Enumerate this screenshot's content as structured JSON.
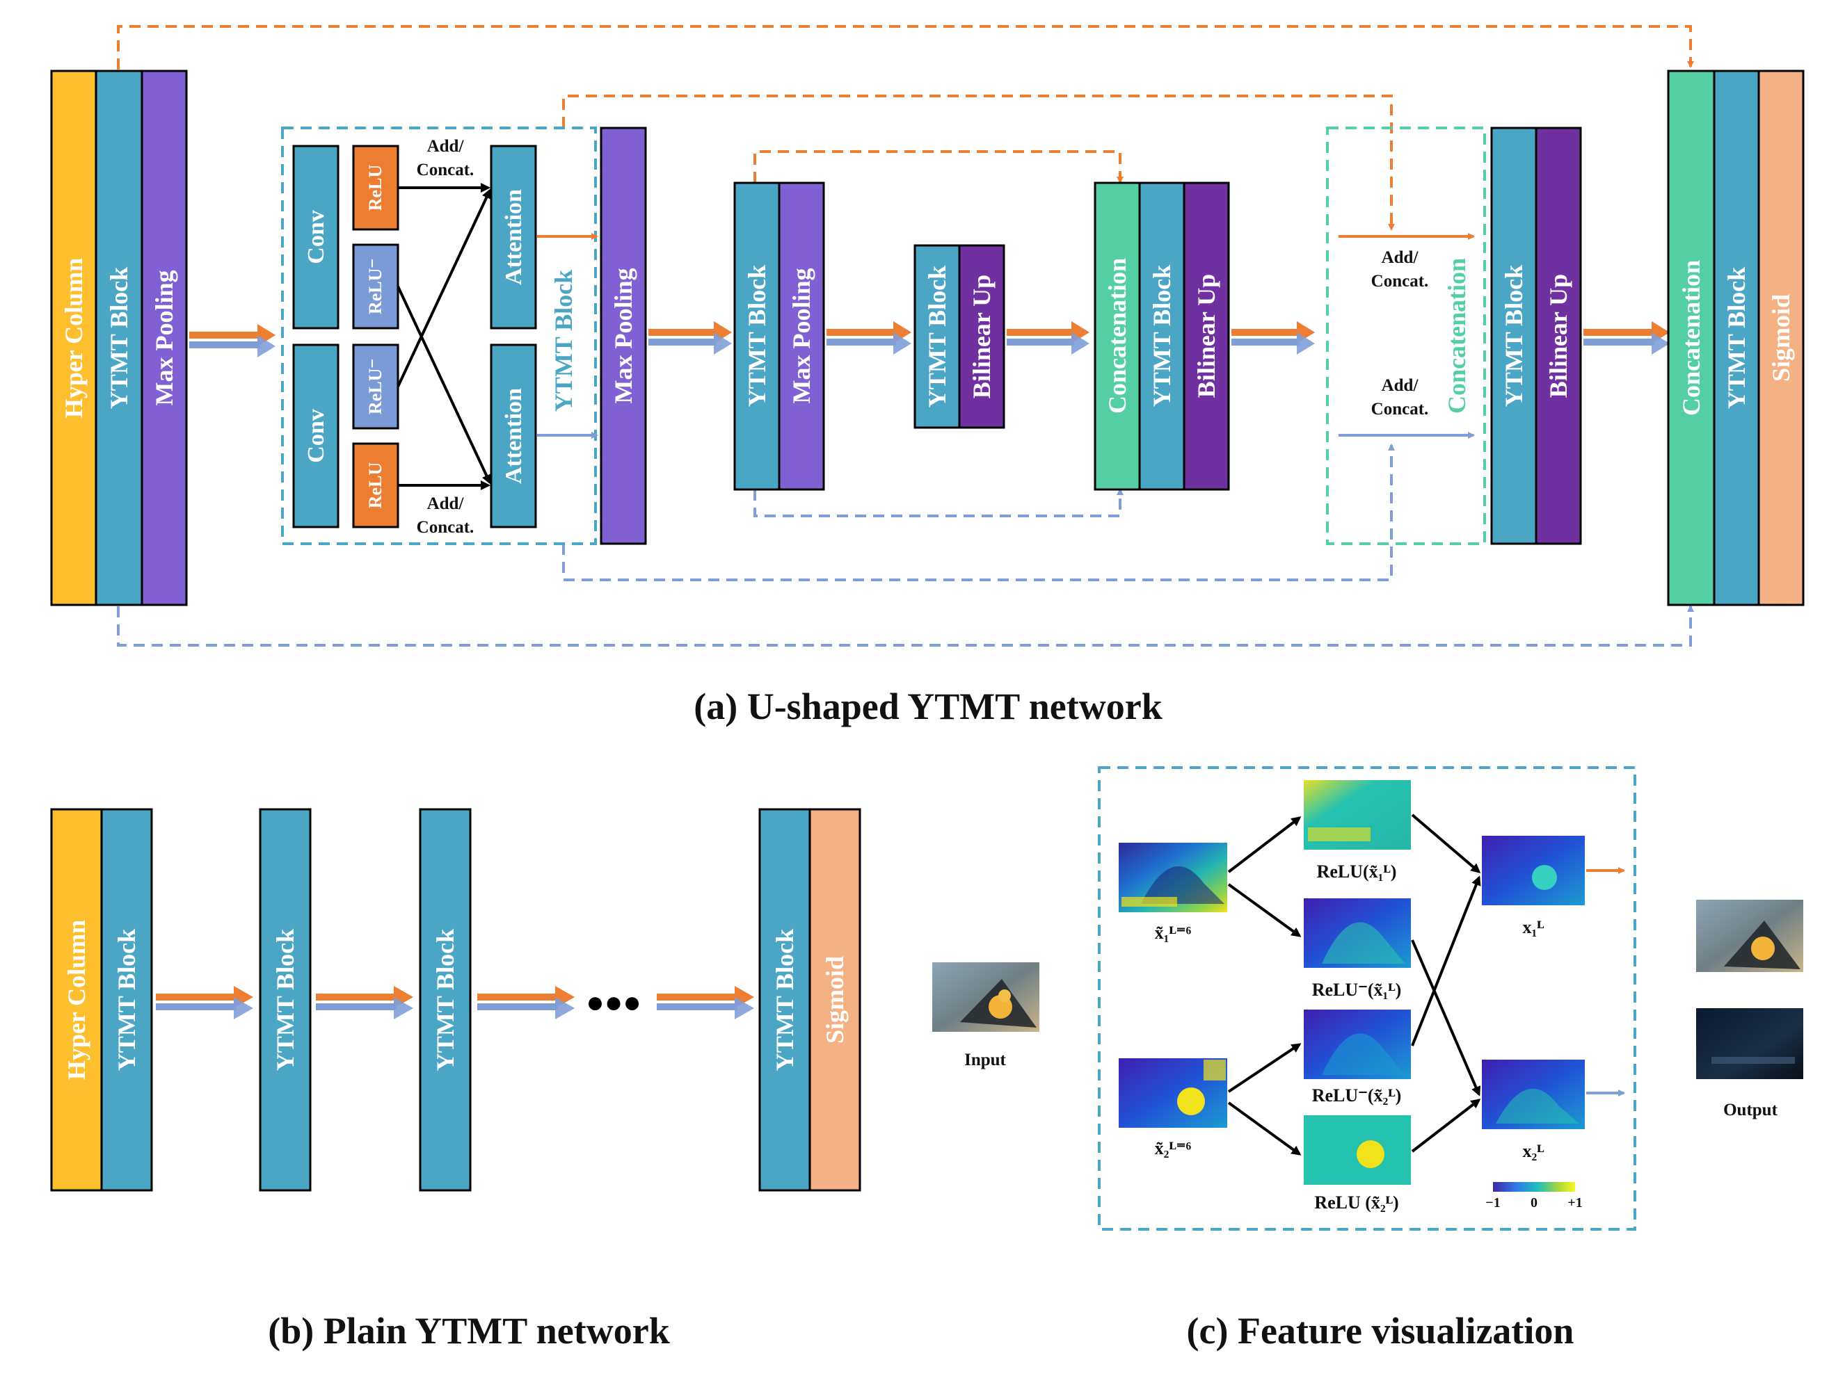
{
  "colors": {
    "hyper": "#FDBF2D",
    "ytmt": "#4BA6C6",
    "pool": "#8060D2",
    "up": "#7030A0",
    "concat": "#53CFA3",
    "sigmoid": "#F4B183",
    "relu": "#ED7D31",
    "reluneg": "#7B9BD8",
    "orange": "#ED7D31",
    "blue": "#7F9ED8",
    "dash_blue": "#4BA6C6",
    "dash_green": "#53CFA3"
  },
  "labels": {
    "hyper_column": "Hyper Column",
    "ytmt_block": "YTMT Block",
    "max_pooling": "Max Pooling",
    "bilinear_up": "Bilinear Up",
    "concatenation": "Concatenation",
    "sigmoid": "Sigmoid",
    "conv": "Conv",
    "relu": "ReLU",
    "relu_neg": "ReLU⁻",
    "attention": "Attention",
    "add_concat_1": "Add/",
    "add_concat_2": "Concat.",
    "ellipsis": "●●●"
  },
  "captions": {
    "a": "(a) U-shaped YTMT network",
    "b": "(b) Plain YTMT network",
    "c": "(c) Feature visualization"
  },
  "feature_viz": {
    "x1_in": "x̃₁ᴸ⁼⁶",
    "x2_in": "x̃₂ᴸ⁼⁶",
    "relu_x1": "ReLU(x̃₁ᴸ)",
    "reluneg_x1": "ReLU⁻(x̃₁ᴸ)",
    "reluneg_x2": "ReLU⁻(x̃₂ᴸ)",
    "relu_x2": "ReLU (x̃₂ᴸ)",
    "x1_out": "x₁ᴸ",
    "x2_out": "x₂ᴸ",
    "input": "Input",
    "output": "Output",
    "colorbar_ticks": [
      "−1",
      "0",
      "+1"
    ]
  }
}
